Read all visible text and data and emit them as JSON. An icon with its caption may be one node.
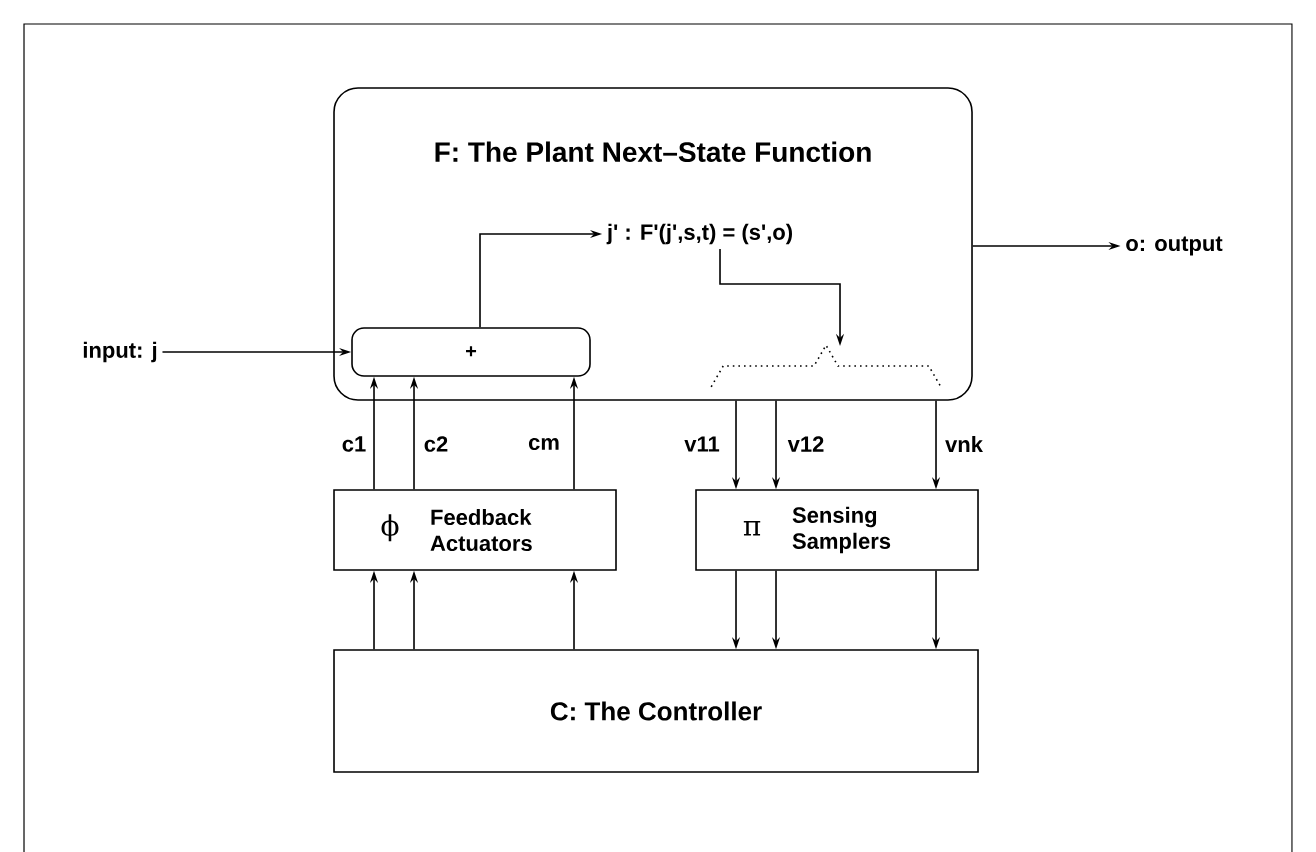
{
  "diagram": {
    "nodes": [
      {
        "text": [
          "F: The Plant Next–State Function"
        ]
      },
      {
        "text": [
          "j' : F'(j',s,t) = (s',o)"
        ],
        "in": 0
      },
      {
        "text": [
          "+"
        ],
        "in": 0
      },
      {
        "text": [],
        "shape": "brace",
        "in": 0
      },
      {
        "text": [
          "input: j"
        ]
      },
      {
        "text": [
          "o: output"
        ]
      },
      {
        "text": [
          "ϕ",
          "Feedback Actuators"
        ]
      },
      {
        "text": [
          "π",
          "Sensing Samplers"
        ]
      },
      {
        "text": [
          "C: The Controller"
        ]
      }
    ],
    "edges": [
      {
        "from": 4,
        "to": 2,
        "arrow": "to"
      },
      {
        "from": 0,
        "to": 5,
        "arrow": "to"
      },
      {
        "from": 2,
        "to": 1,
        "arrow": "to"
      },
      {
        "from": 1,
        "to": 3,
        "arrow": "to"
      },
      {
        "from": 6,
        "to": 2,
        "arrow": "to",
        "label": "c1"
      },
      {
        "from": 6,
        "to": 2,
        "arrow": "to",
        "label": "c2"
      },
      {
        "from": 6,
        "to": 2,
        "arrow": "to",
        "label": "cm"
      },
      {
        "from": 0,
        "to": 7,
        "arrow": "to",
        "label": "v11"
      },
      {
        "from": 0,
        "to": 7,
        "arrow": "to",
        "label": "v12"
      },
      {
        "from": 0,
        "to": 7,
        "arrow": "to",
        "label": "vnk"
      },
      {
        "from": 8,
        "to": 6,
        "arrow": "to"
      },
      {
        "from": 8,
        "to": 6,
        "arrow": "to"
      },
      {
        "from": 8,
        "to": 6,
        "arrow": "to"
      },
      {
        "from": 7,
        "to": 8,
        "arrow": "to"
      },
      {
        "from": 7,
        "to": 8,
        "arrow": "to"
      },
      {
        "from": 7,
        "to": 8,
        "arrow": "to"
      }
    ]
  }
}
